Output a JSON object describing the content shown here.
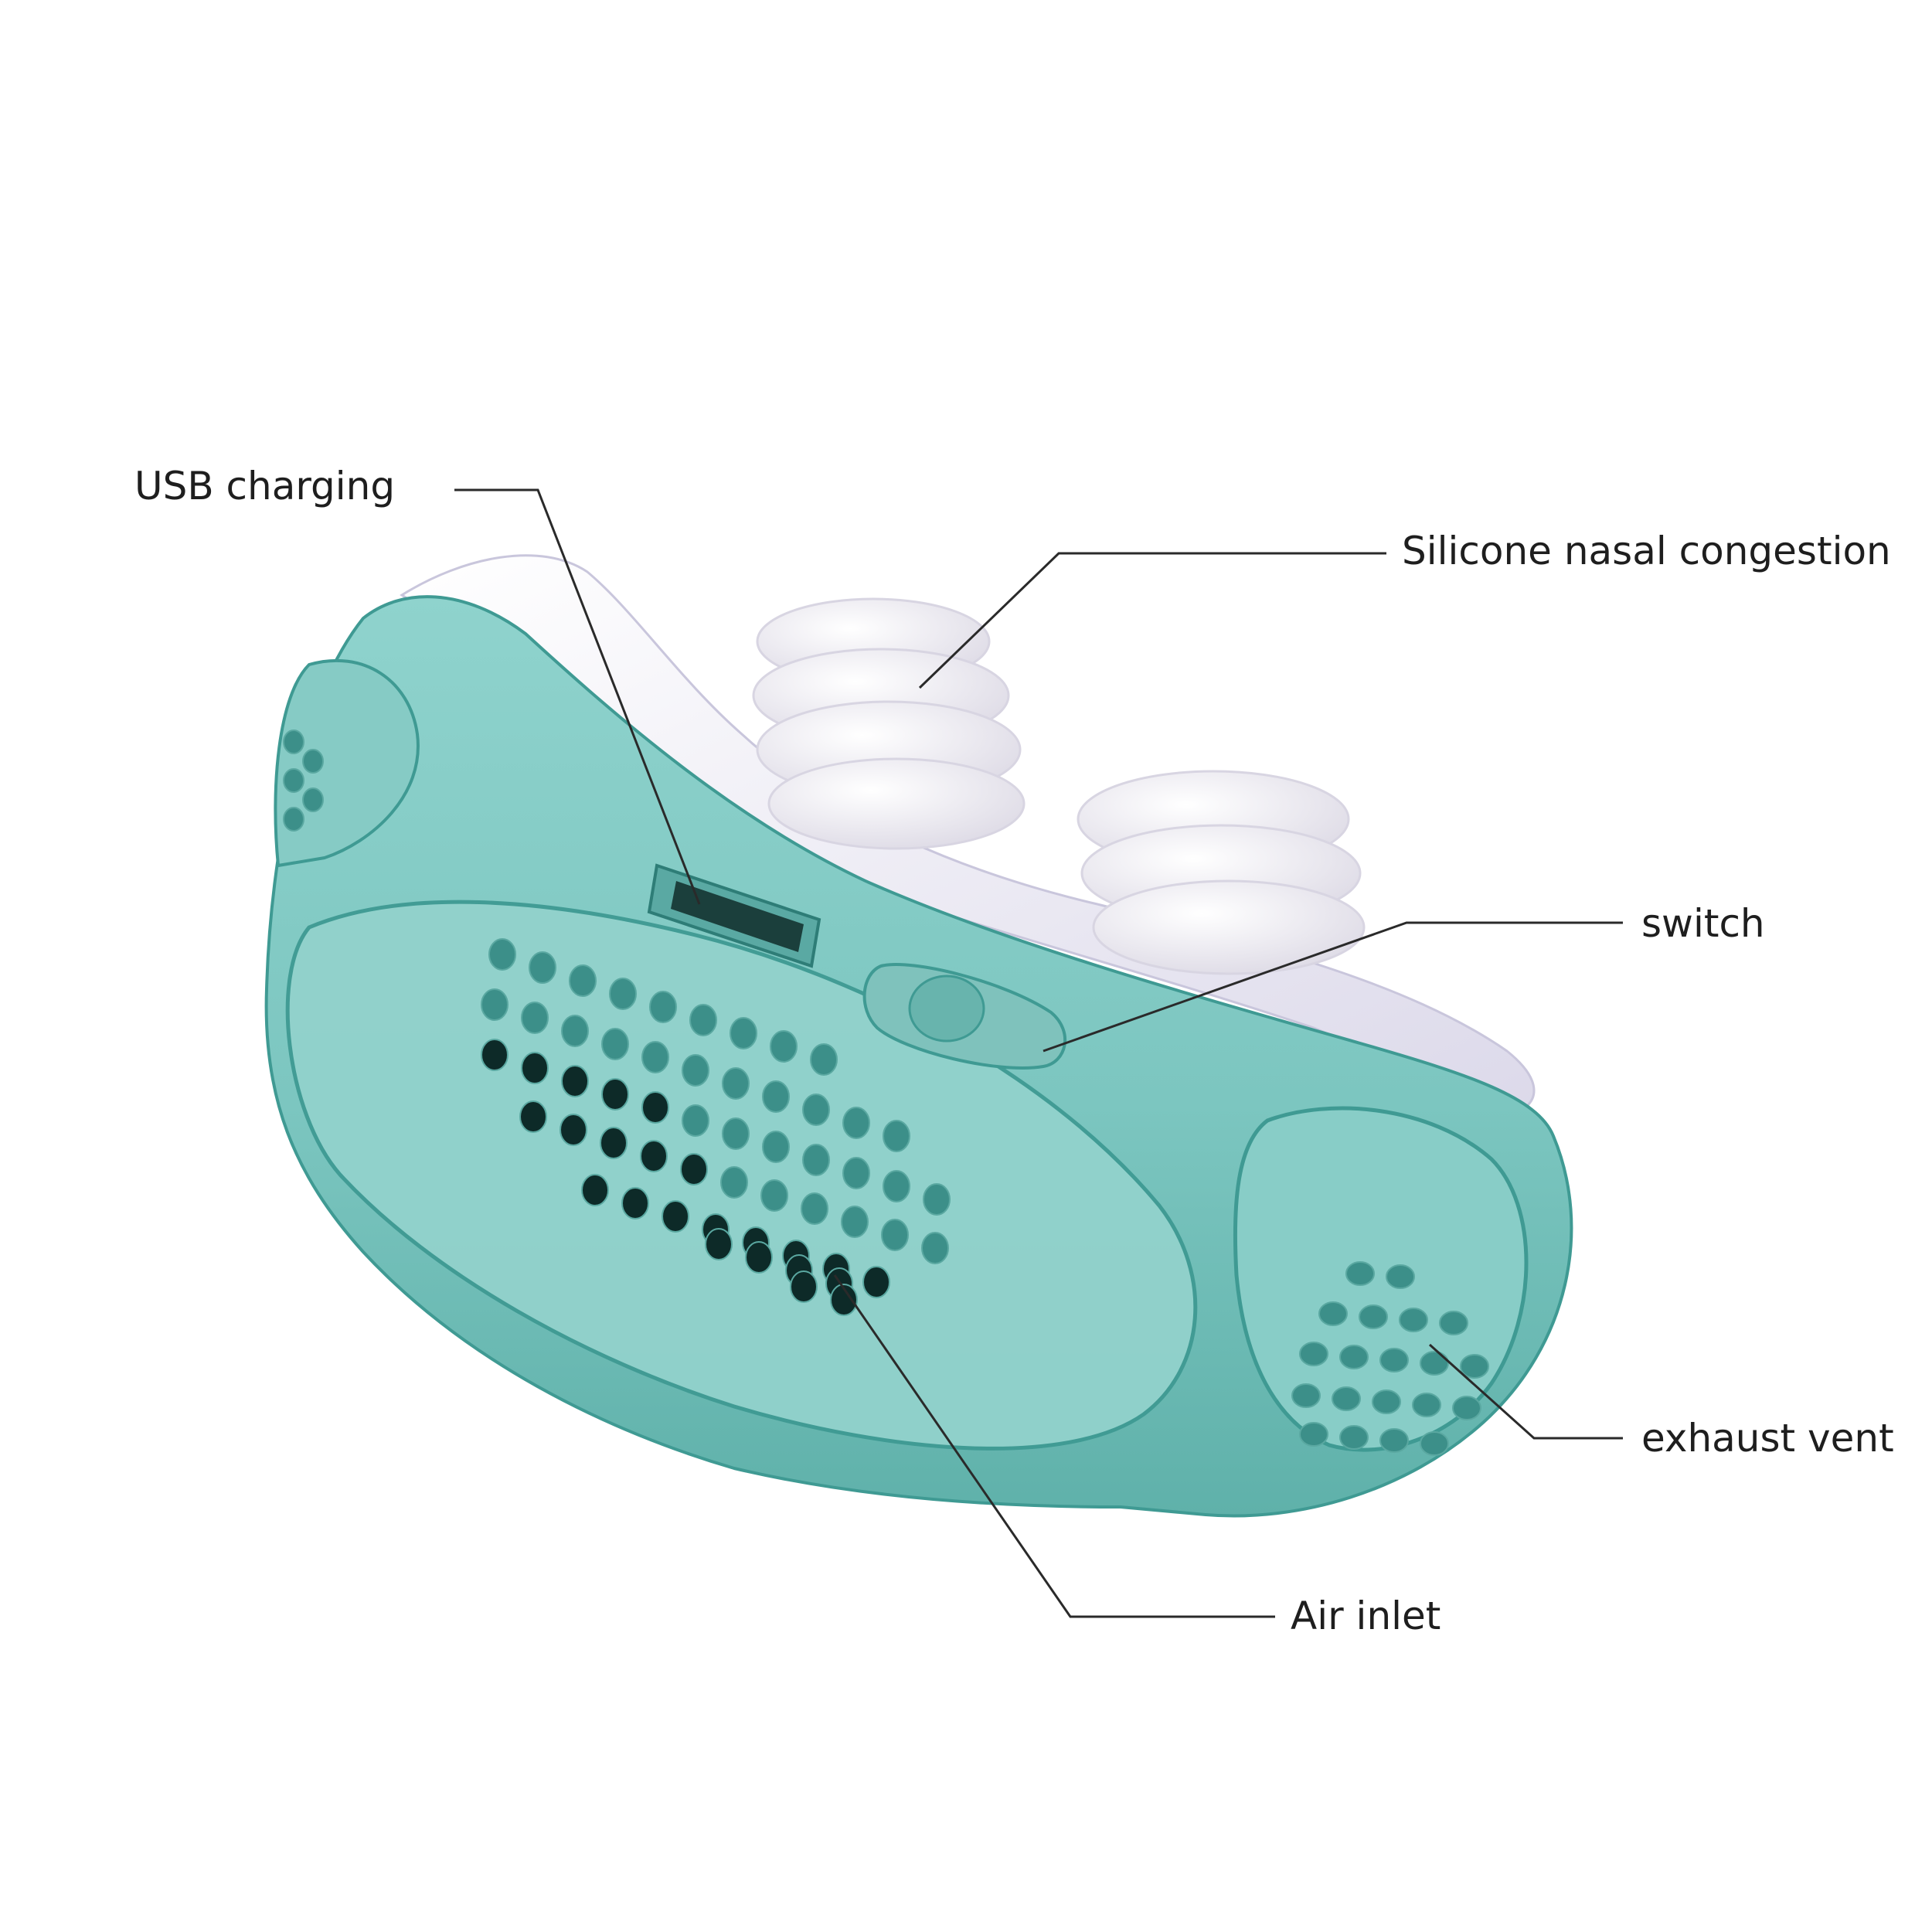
{
  "callouts": {
    "usb_charging": "USB charging",
    "silicone": "Silicone nasal congestion",
    "switch": "switch",
    "exhaust_vent": "exhaust vent",
    "air_inlet": "Air inlet"
  },
  "colors": {
    "body": "#7fc9c3",
    "body_light": "#9ad6d1",
    "body_dark": "#4fa9a2",
    "rim": "#3f9a93",
    "silicone": "#f2f1f6",
    "silicone_shadow": "#c9c6dc",
    "hole": "#3c8f89",
    "hole_dark": "#0d2a28",
    "leader_line": "#2a2a2a",
    "label_text": "#1e1e1e"
  },
  "icons": {
    "product": "anti-snoring-device-icon",
    "usb_port": "usb-port-icon",
    "switch": "slide-switch-icon"
  }
}
